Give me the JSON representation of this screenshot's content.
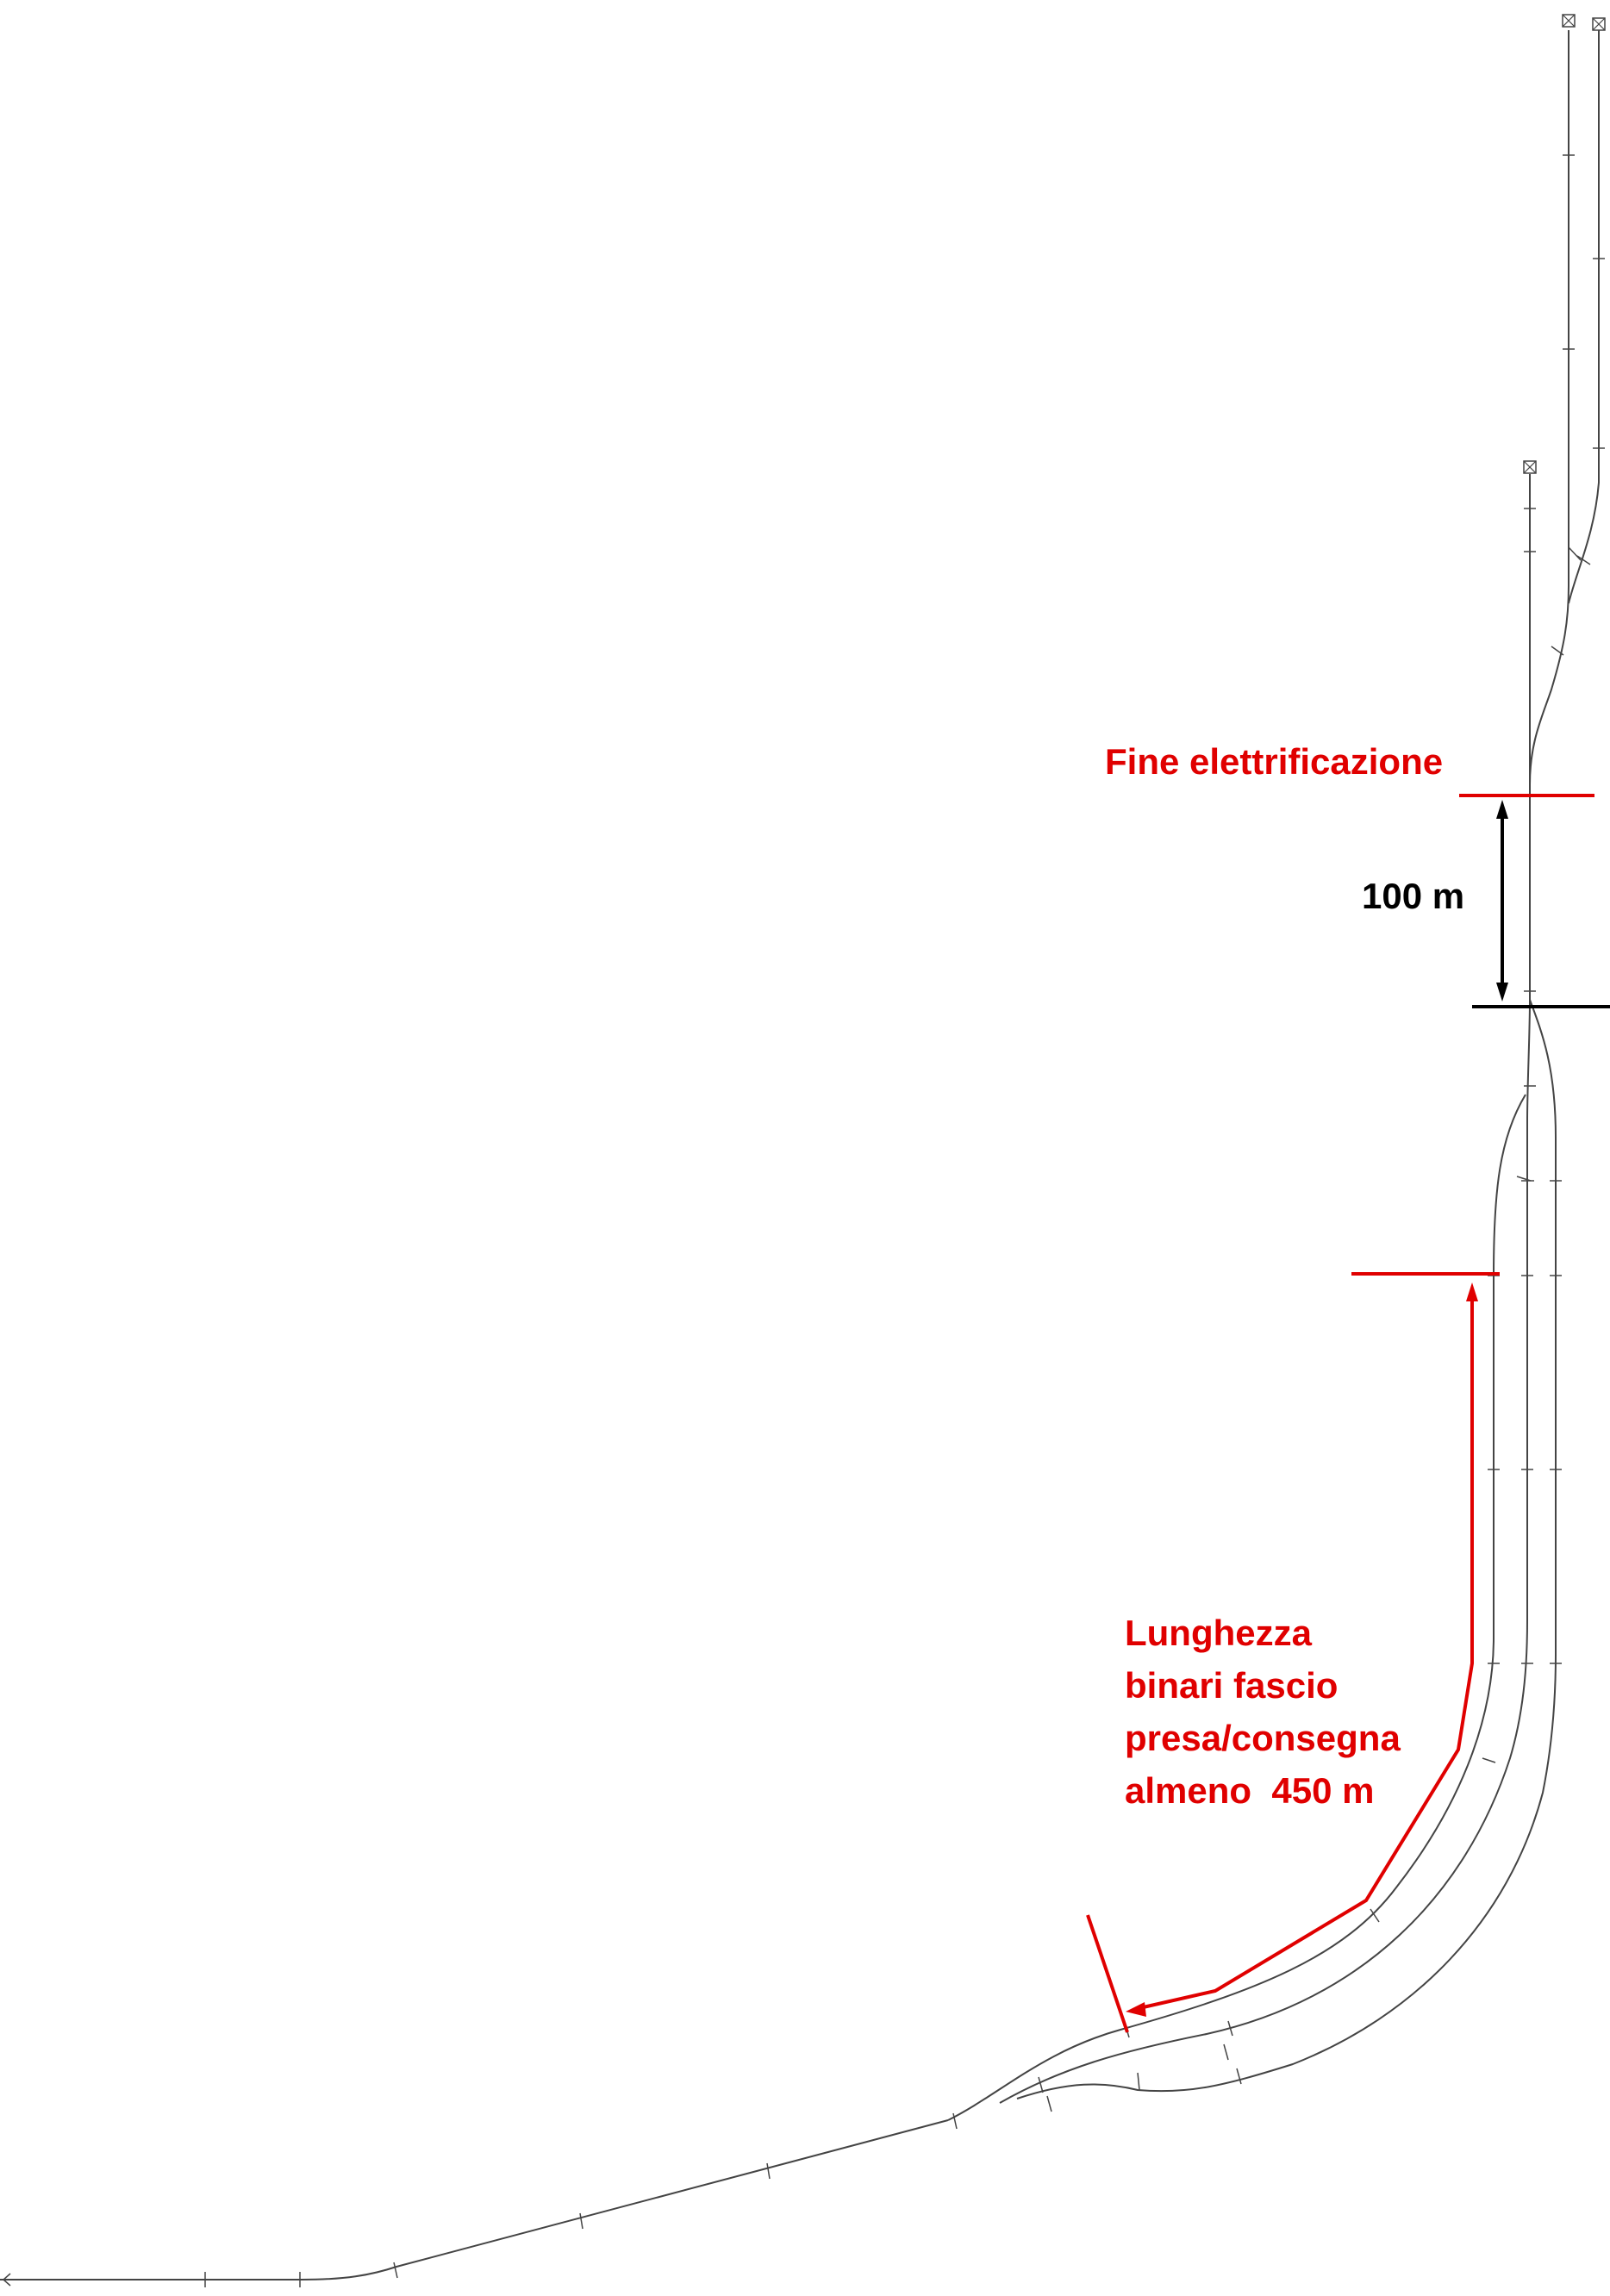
{
  "colors": {
    "annotation": "#e00000",
    "dimension": "#000000",
    "track": "#444444"
  },
  "icons": [
    "buffer-stop-icon"
  ],
  "annotations": {
    "electrification_end": "Fine elettrificazione",
    "distance": "100 m",
    "siding_length": [
      "Lunghezza",
      "binari fascio",
      "presa/consegna",
      "almeno  450 m"
    ]
  }
}
